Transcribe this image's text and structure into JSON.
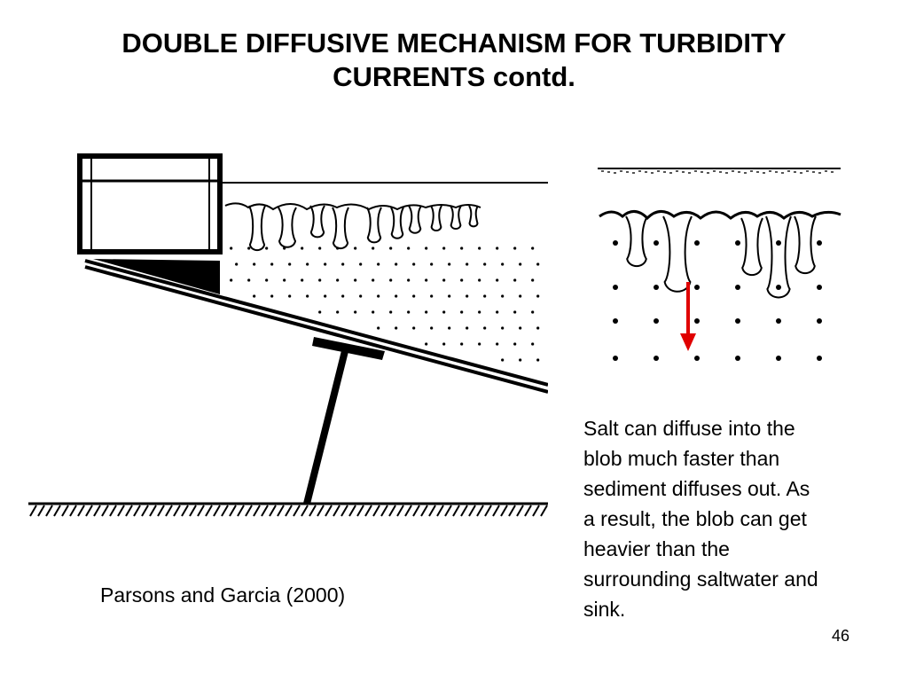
{
  "slide": {
    "title_lines": [
      "DOUBLE DIFFUSIVE MECHANISM FOR TURBIDITY",
      "CURRENTS contd."
    ],
    "caption_lines": [
      "Salt can diffuse into the",
      "blob much faster than",
      "sediment diffuses out.  As",
      "a result, the blob can get",
      "heavier than the",
      "surrounding saltwater and",
      "sink."
    ],
    "citation": "Parsons and Garcia (2000)",
    "slide_number": "46"
  },
  "colors": {
    "ink": "#000000",
    "arrow": "#e00000",
    "background": "#ffffff"
  }
}
